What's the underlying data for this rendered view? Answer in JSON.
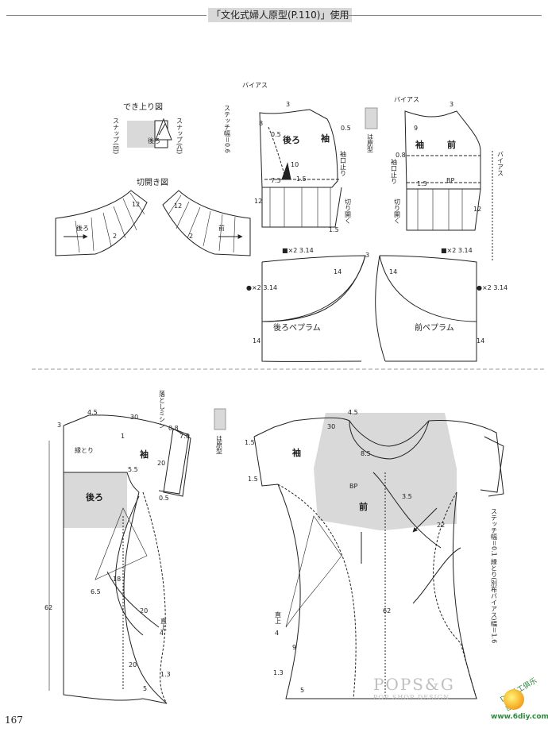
{
  "header": {
    "title": "「文化式婦人原型(P.110)」使用"
  },
  "page_number": "167",
  "labels": {
    "bias": "バイアス",
    "finished_view": "でき上り図",
    "snap_concave": "スナップ(凹)",
    "snap_convex": "スナップ(凸)",
    "cut_open_view": "切開き図",
    "stitch_width": "ステッチ幅＝0.6",
    "legend_original": "は原型",
    "sleeve": "袖",
    "back": "後ろ",
    "front": "前",
    "cuff_finish": "袖口止り",
    "cut_open": "切り開く",
    "back_peplum": "後ろペプラム",
    "front_peplum": "前ペプラム",
    "drop_stitch": "落としミシン",
    "binding": "縁とり",
    "bp": "BP",
    "straight_up": "直上",
    "stitch_binding": "ステッチ幅＝0.1 縁とり(別布バイアス)幅＝1.6",
    "peplum_formula": "■×2 3.14",
    "peplum_formula2": "●×2 3.14"
  },
  "measurements": {
    "m3": "3",
    "m05": "0.5",
    "m8": "8",
    "m10": "10",
    "m75": "7.5",
    "m15": "1.5",
    "m12": "12",
    "m2": "2",
    "m14": "14",
    "m08": "0.8",
    "m45": "4.5",
    "m30": "30",
    "m20": "20",
    "m55": "5.5",
    "m18": "18",
    "m65": "6.5",
    "m62": "62",
    "m4": "4",
    "m5": "5",
    "m13": "1.3",
    "m85": "8.5",
    "m35": "3.5",
    "m22": "22",
    "m9": "9",
    "m1": "1"
  },
  "watermark": {
    "text": "POPS&G",
    "sub": "POP SHOP DESIGN"
  },
  "site_logo": {
    "brand": "DIY手工俱乐部",
    "url": "www.6diy.com"
  }
}
